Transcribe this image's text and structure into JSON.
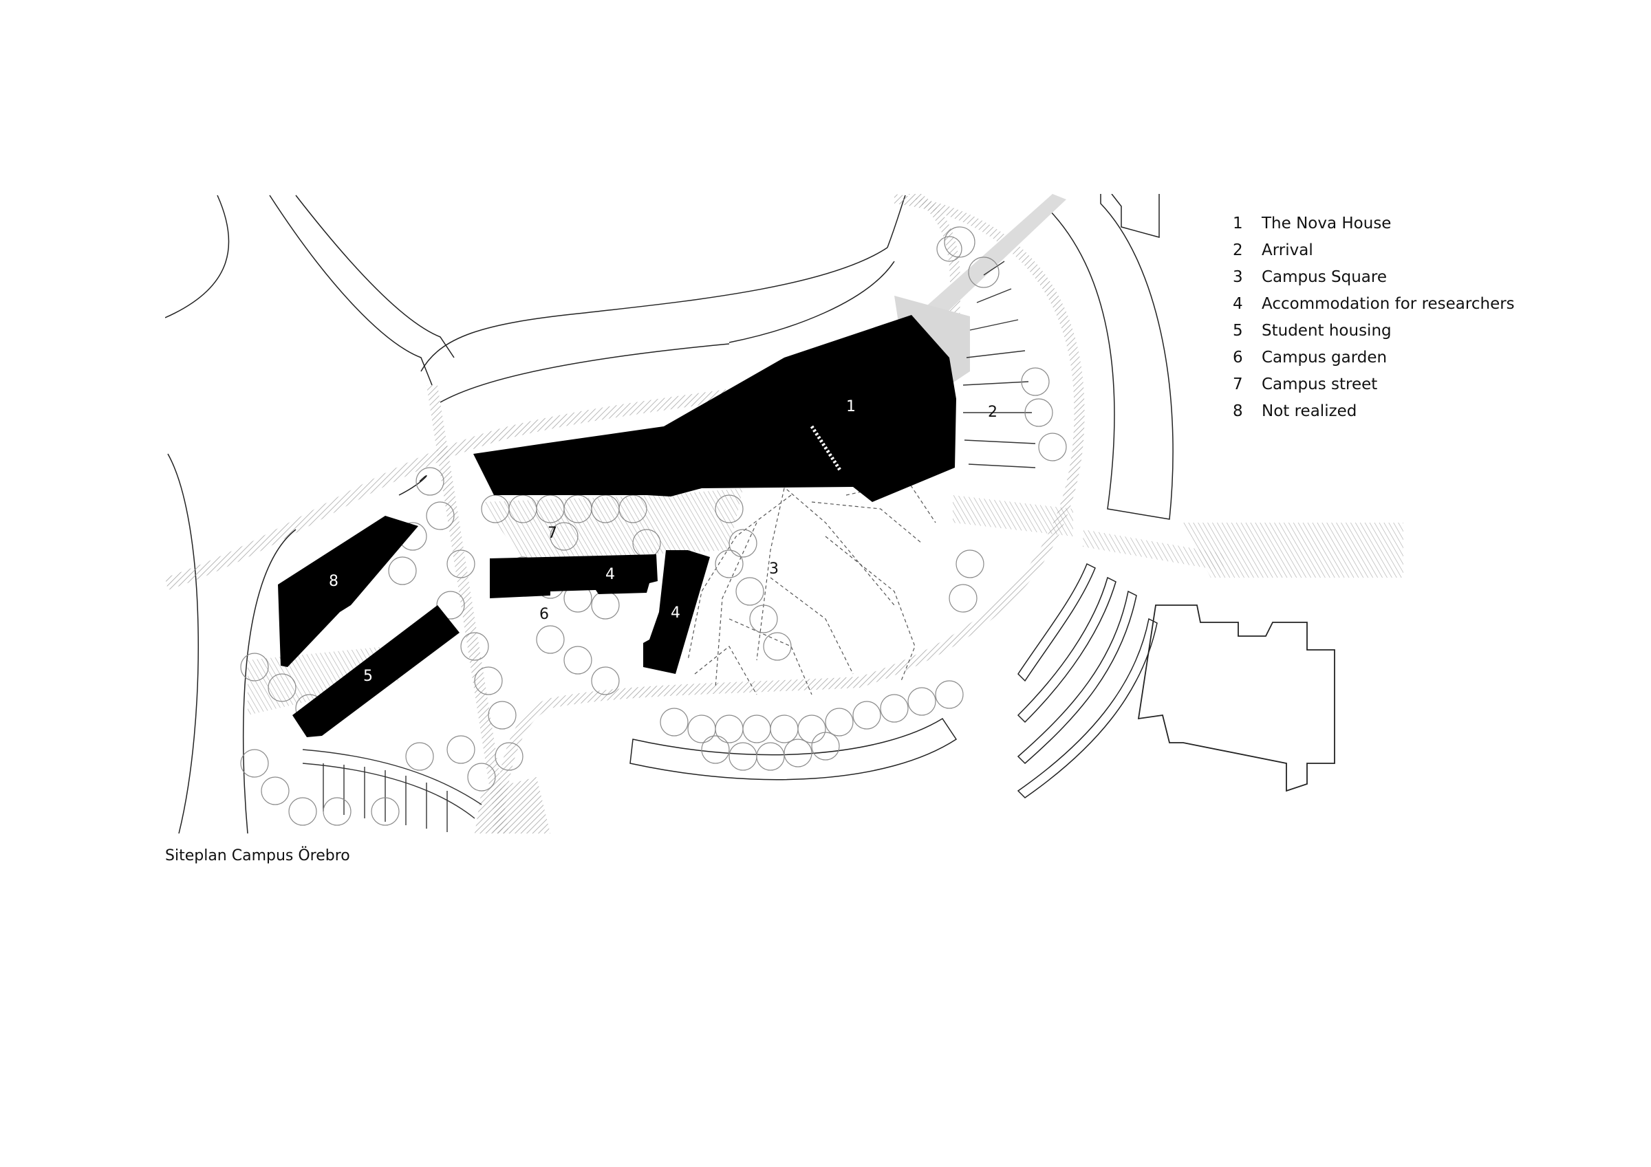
{
  "legend": {
    "items": [
      {
        "num": "1",
        "label": "The Nova House"
      },
      {
        "num": "2",
        "label": "Arrival"
      },
      {
        "num": "3",
        "label": "Campus Square"
      },
      {
        "num": "4",
        "label": "Accommodation for researchers"
      },
      {
        "num": "5",
        "label": "Student housing"
      },
      {
        "num": "6",
        "label": "Campus garden"
      },
      {
        "num": "7",
        "label": "Campus street"
      },
      {
        "num": "8",
        "label": "Not realized"
      }
    ]
  },
  "map_labels": {
    "nova_house": "1",
    "arrival": "2",
    "campus_square": "3",
    "accommodation_a": "4",
    "accommodation_b": "4",
    "student_housing": "5",
    "campus_garden": "6",
    "campus_street": "7",
    "not_realized": "8"
  },
  "caption": "Siteplan Campus Örebro",
  "colors": {
    "building": "#000000",
    "line": "#222222",
    "path": "#b5b5b5",
    "tree": "#8a8a8a"
  }
}
